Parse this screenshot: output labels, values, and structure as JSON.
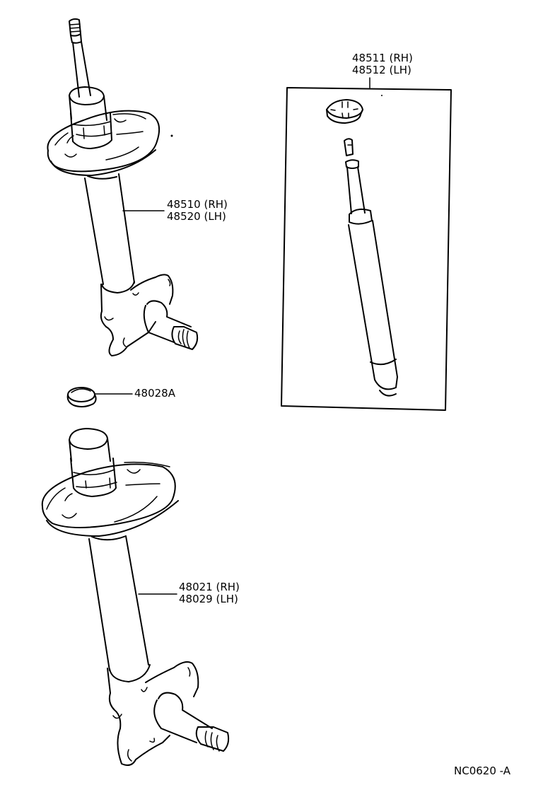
{
  "diagram": {
    "type": "parts-exploded-view",
    "background": "#ffffff",
    "line_color": "#000000",
    "drawing_code": "NC0620 -A",
    "parts": [
      {
        "id": "front-strut-upper",
        "description": "Shock absorber assembly with spring seat and steering knuckle (top)",
        "label_lines": [
          "48510 (RH)",
          "48520 (LH)"
        ]
      },
      {
        "id": "cartridge-kit",
        "description": "Shock absorber cartridge with nut (boxed)",
        "label_lines": [
          "48511 (RH)",
          "48512 (LH)"
        ]
      },
      {
        "id": "cap",
        "description": "Dust cap / bound stopper",
        "label_lines": [
          "48028A"
        ]
      },
      {
        "id": "front-strut-lower",
        "description": "Shock absorber assembly with spring seat and steering knuckle (bottom)",
        "label_lines": [
          "48021 (RH)",
          "48029 (LH)"
        ]
      }
    ]
  }
}
